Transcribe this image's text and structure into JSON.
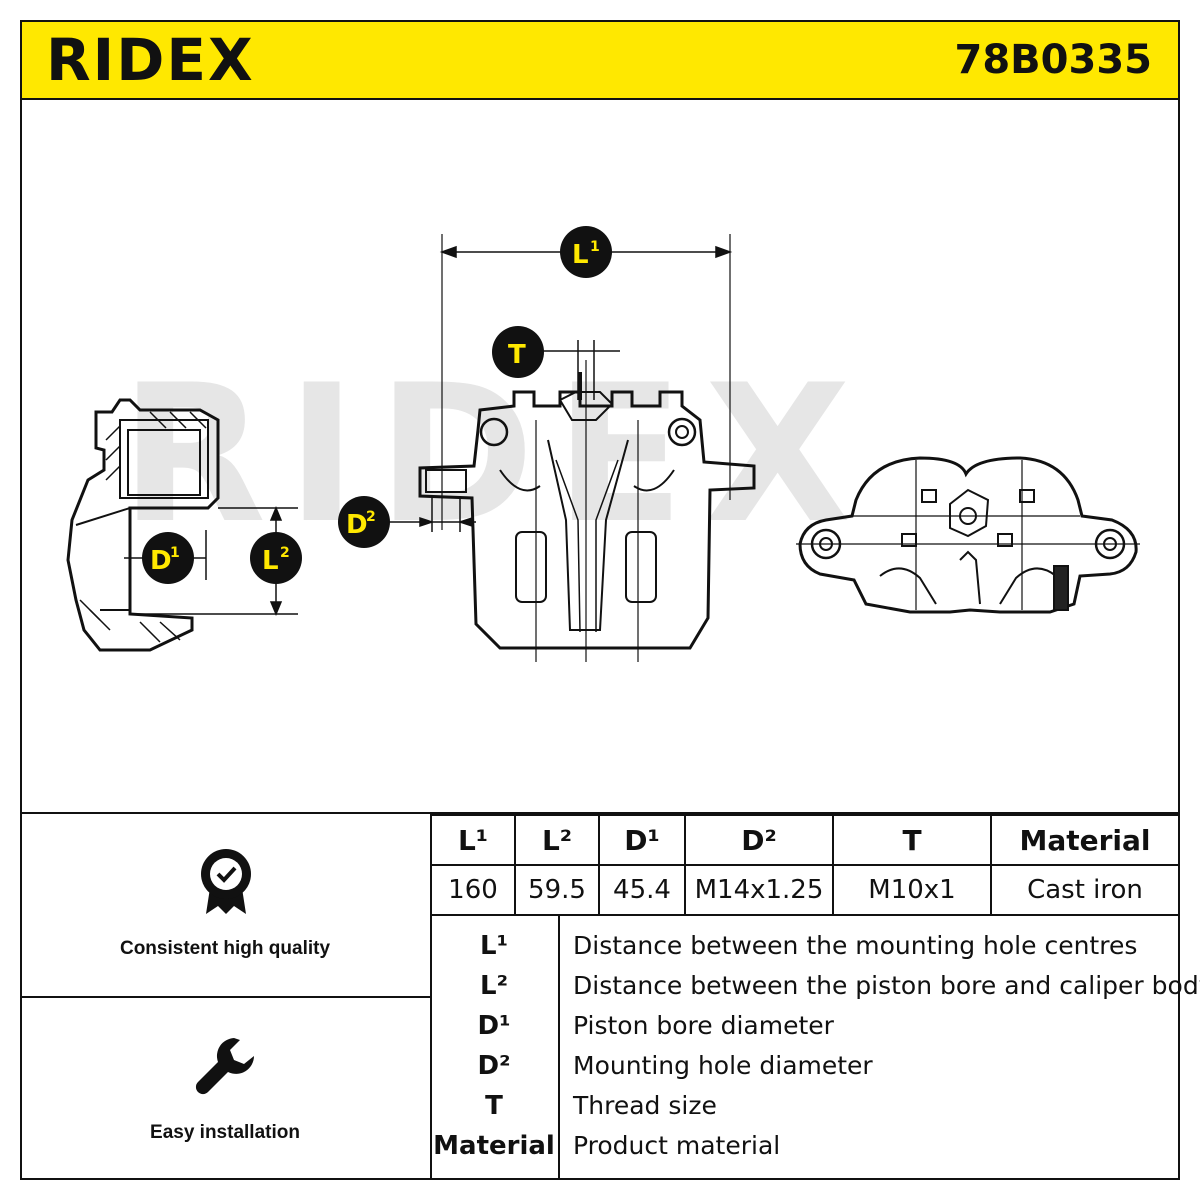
{
  "header": {
    "brand": "RIDEX",
    "part_number": "78B0335"
  },
  "watermark": "RIDEX",
  "dimension_labels": {
    "L1": "L¹",
    "L2": "L²",
    "D1": "D¹",
    "D2": "D²",
    "T": "T"
  },
  "features": [
    {
      "label": "Consistent high quality",
      "icon": "quality-badge-icon"
    },
    {
      "label": "Easy installation",
      "icon": "wrench-icon"
    }
  ],
  "spec_table": {
    "headers": [
      "L¹",
      "L²",
      "D¹",
      "D²",
      "T",
      "Material"
    ],
    "values": [
      "160",
      "59.5",
      "45.4",
      "M14x1.25",
      "M10x1",
      "Cast iron"
    ]
  },
  "legend": [
    {
      "key": "L¹",
      "desc": "Distance between the mounting hole centres"
    },
    {
      "key": "L²",
      "desc": "Distance between the piston bore and caliper body"
    },
    {
      "key": "D¹",
      "desc": "Piston bore diameter"
    },
    {
      "key": "D²",
      "desc": "Mounting hole diameter"
    },
    {
      "key": "T",
      "desc": "Thread size"
    },
    {
      "key": "Material",
      "desc": "Product material"
    }
  ],
  "colors": {
    "accent_yellow": "#ffe800",
    "ink": "#111111",
    "watermark": "#e6e6e6"
  }
}
